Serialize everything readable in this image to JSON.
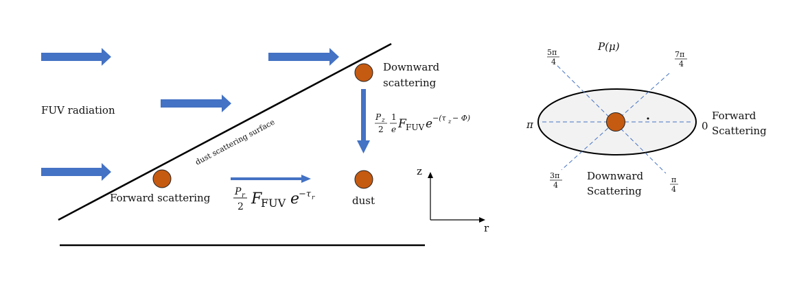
{
  "labels": {
    "fuv_radiation": "FUV radiation",
    "dust_surface": "dust scattering surface",
    "downward_scattering": [
      "Downward",
      "scattering"
    ],
    "forward_scattering": "Forward scattering",
    "dust": "dust",
    "axis_z": "z",
    "axis_r": "r"
  },
  "formulas": {
    "downward_prefix": "P",
    "downward_prefix_sub": "z",
    "downward_half": "2",
    "downward_e_num": "1",
    "downward_e_den": "e",
    "downward_F": "F",
    "downward_F_sub": "FUV",
    "downward_exp": "e",
    "downward_exp_power": "−(τ",
    "downward_exp_power_sub": "z",
    "downward_exp_power_end": " − Φ)",
    "radial_prefix": "P",
    "radial_prefix_sub": "r",
    "radial_half": "2",
    "radial_F": "F",
    "radial_F_sub": "FUV",
    "radial_exp": "e",
    "radial_exp_power": "−τ",
    "radial_exp_power_sub": "r"
  },
  "phase": {
    "title": "P(μ)",
    "angle_5pi4_num": "5π",
    "angle_5pi4_den": "4",
    "angle_7pi4_num": "7π",
    "angle_7pi4_den": "4",
    "angle_3pi4_num": "3π",
    "angle_3pi4_den": "4",
    "angle_pi4_num": "π",
    "angle_pi4_den": "4",
    "angle_pi": "π",
    "angle_zero": "0",
    "forward_label": [
      "Forward",
      "Scattering"
    ],
    "downward_label": [
      "Downward",
      "Scattering"
    ]
  },
  "colors": {
    "arrow": "#4472c4",
    "particle": "#c55a11",
    "dashed": "#4472c4",
    "ellipse_fill": "#f2f2f2",
    "line": "#000000"
  }
}
